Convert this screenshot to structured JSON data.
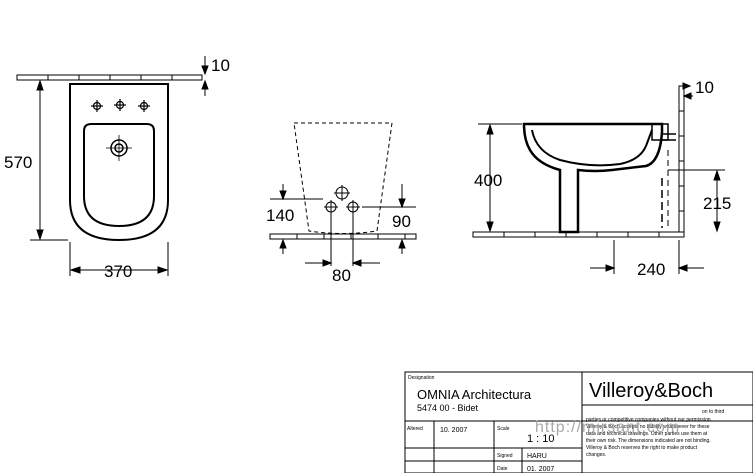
{
  "front_view": {
    "dim_top": "10",
    "dim_height": "570",
    "dim_width": "370"
  },
  "rear_view": {
    "dim_left": "140",
    "dim_right": "90",
    "dim_bottom": "80"
  },
  "side_view": {
    "dim_top": "10",
    "dim_height": "400",
    "dim_right": "215",
    "dim_bottom": "240"
  },
  "title_block": {
    "designation_label": "Designation",
    "product_name": "OMNIA Architectura",
    "product_code": "5474 00 - Bidet",
    "brand": "Villeroy&Boch",
    "altered_label": "Altered",
    "altered_value": "10. 2007",
    "scale_label": "Scale",
    "scale_value": "1 : 10",
    "signed_label": "Signed",
    "signed_value": "HARU",
    "date_label": "Date",
    "date_value": "01. 2007",
    "notice_lines": [
      "on to third",
      "parties or competitive companies without our permission.",
      "Villeroy & Boch accepts no liability whatsoever for these",
      "data and technical drawings. Other parties use them at",
      "their own risk. The dimensions indicated are not binding.",
      "Villeroy & Boch reserves the right to make product",
      "changes."
    ]
  },
  "watermark": "http://mirsant.com"
}
